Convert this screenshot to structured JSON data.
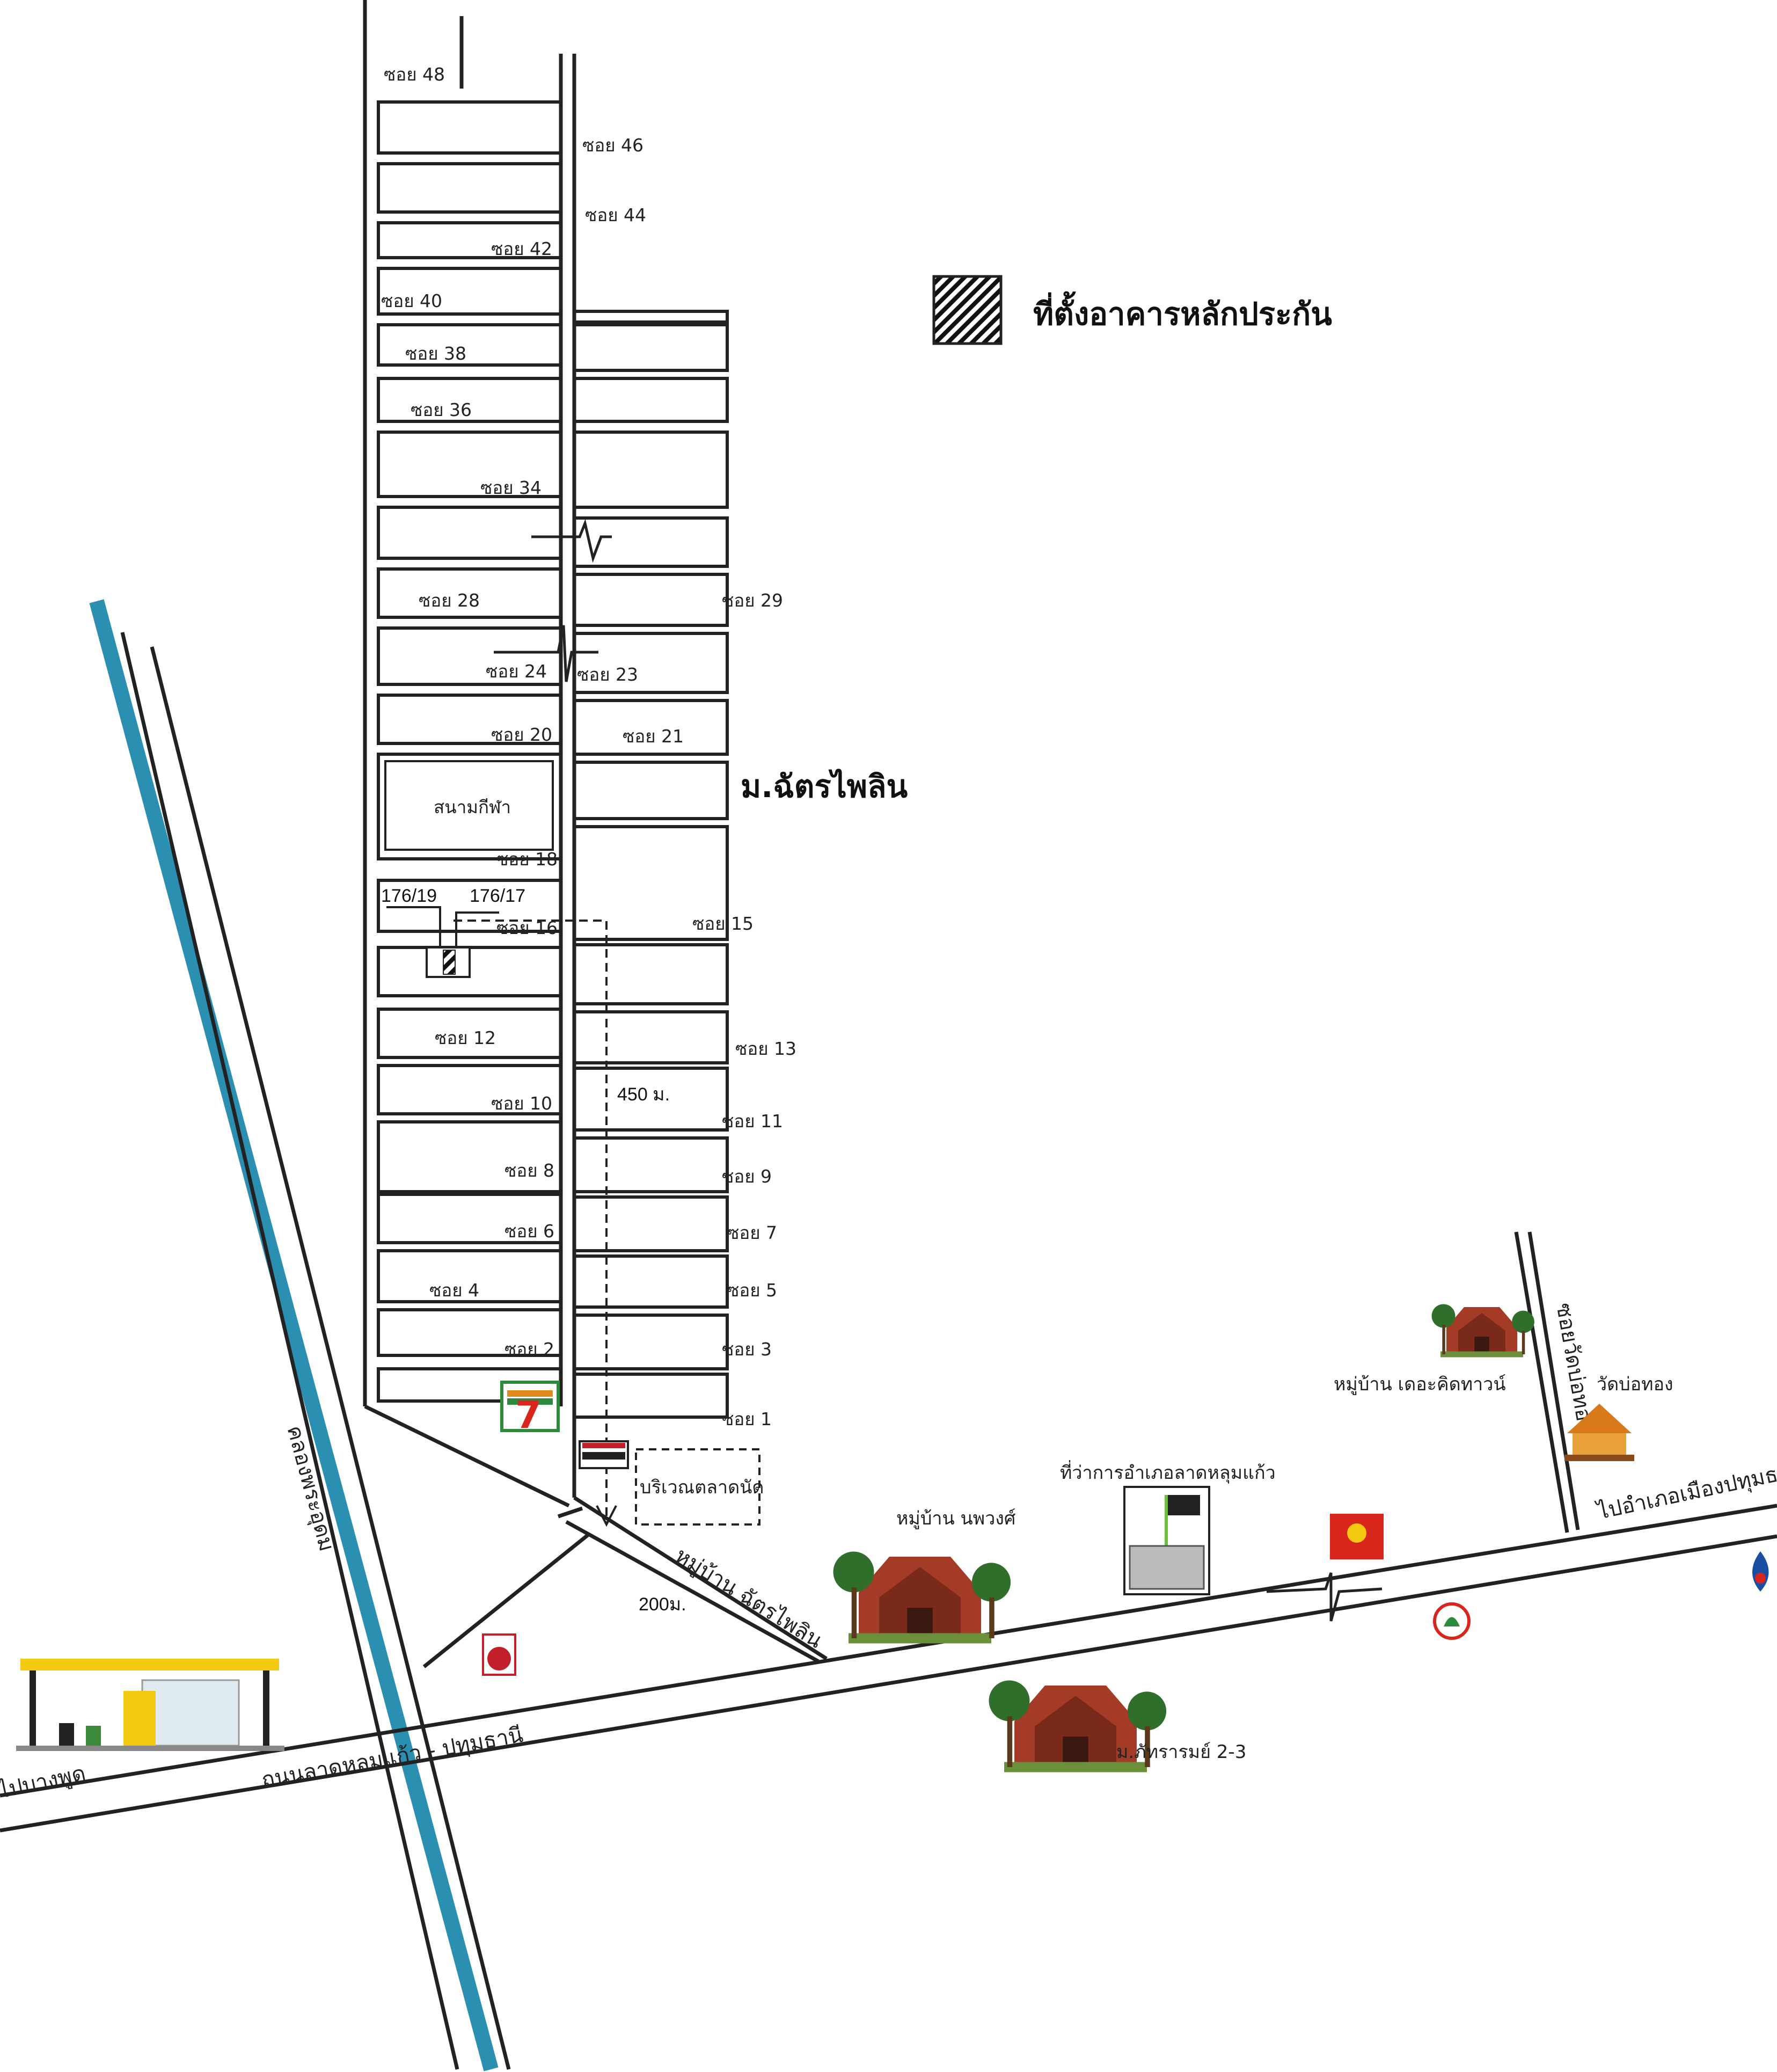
{
  "legend": {
    "label": "ที่ตั้งอาคารหลักประกัน"
  },
  "village_main": "ม.ฉัตรไพลิน",
  "field_label": "สนามกีฬา",
  "plots": {
    "left": "176/19",
    "right": "176/17"
  },
  "distances": {
    "vertical": "450 ม.",
    "diagonal": "200ม."
  },
  "roads": {
    "main": "ถนนลาดหลมแก้ว - ปทุมธานี",
    "diagonal": "หมู่บ้าน ฉัตรไพลิน",
    "to_pathum": "ไปอำเภอเมืองปทุมธานี",
    "to_west": "ไปบางพูด",
    "canal": "คลองพระอุดม",
    "side_road": "ซอยวัดบ่อทอง"
  },
  "places": {
    "market": "บริเวณตลาดนัด",
    "village_nawa": "หมู่บ้าน นพวงศ์",
    "district_office": "ที่ว่าการอำเภอลาดหลุมแก้ว",
    "village_crystal": "หมู่บ้าน เดอะคิดทาวน์",
    "wat_bothong": "วัดบ่อทอง",
    "village_phatthara": "ม.ภัทรารมย์ 2-3"
  },
  "soi_left": [
    {
      "label": "ซอย 48"
    },
    {
      "label": "ซอย 42"
    },
    {
      "label": "ซอย 40"
    },
    {
      "label": "ซอย 38"
    },
    {
      "label": "ซอย 36"
    },
    {
      "label": "ซอย 34"
    },
    {
      "label": "ซอย 28"
    },
    {
      "label": "ซอย 24"
    },
    {
      "label": "ซอย 20"
    },
    {
      "label": "ซอย 18"
    },
    {
      "label": "ซอย 16"
    },
    {
      "label": "ซอย 12"
    },
    {
      "label": "ซอย 10"
    },
    {
      "label": "ซอย 8"
    },
    {
      "label": "ซอย 6"
    },
    {
      "label": "ซอย 4"
    },
    {
      "label": "ซอย 2"
    }
  ],
  "soi_right": [
    {
      "label": "ซอย 46"
    },
    {
      "label": "ซอย 44"
    },
    {
      "label": "ซอย 29"
    },
    {
      "label": "ซอย 23"
    },
    {
      "label": "ซอย 21"
    },
    {
      "label": "ซอย 15"
    },
    {
      "label": "ซอย 13"
    },
    {
      "label": "ซอย 11"
    },
    {
      "label": "ซอย 9"
    },
    {
      "label": "ซอย 7"
    },
    {
      "label": "ซอย 5"
    },
    {
      "label": "ซอย 3"
    },
    {
      "label": "ซอย 1"
    }
  ],
  "logos": {
    "seven": "7"
  },
  "colors": {
    "canal": "#2a8fb0",
    "road": "#222222",
    "seven_green": "#2e8b3e",
    "seven_red": "#d9261c",
    "house": "#a33b26",
    "tree": "#2f6e2b"
  }
}
